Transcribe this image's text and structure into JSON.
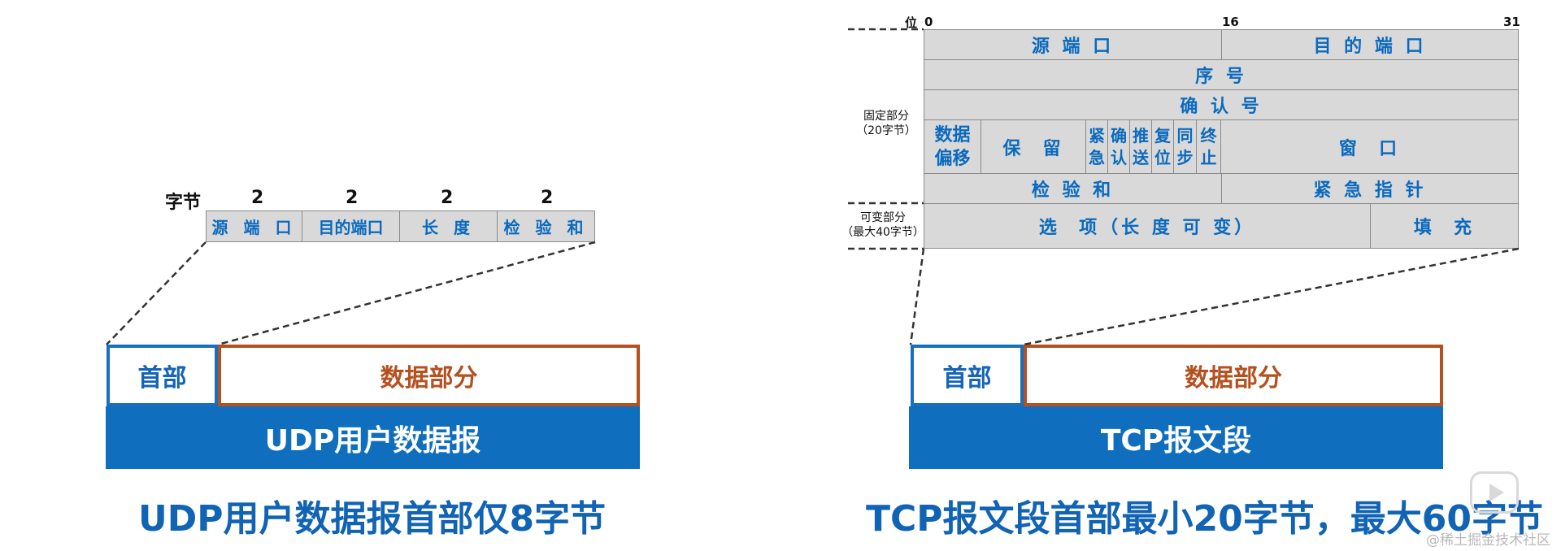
{
  "udp": {
    "bytes_label": "字节",
    "byte_counts": [
      "2",
      "2",
      "2",
      "2"
    ],
    "fields": [
      "源 端 口",
      "目的端口",
      "长 度",
      "检 验 和"
    ],
    "header_label": "首部",
    "data_label": "数据部分",
    "bar_label": "UDP用户数据报",
    "caption": "UDP用户数据报首部仅8字节"
  },
  "tcp": {
    "bit_label": "位",
    "bit_positions": [
      "0",
      "16",
      "31"
    ],
    "fixed_part_label": "固定部分\n（20字节）",
    "variable_part_label": "可变部分\n（最大40字节）",
    "fields": {
      "src_port": "源 端 口",
      "dst_port": "目 的 端 口",
      "seq": "序 号",
      "ack": "确 认 号",
      "data_offset": "数据\n偏移",
      "reserved": "保  留",
      "flags": [
        "紧\n急",
        "确\n认",
        "推\n送",
        "复\n位",
        "同\n步",
        "终\n止"
      ],
      "window": "窗  口",
      "checksum": "检 验 和",
      "urgent_ptr": "紧 急 指 针",
      "options": "选  项（长 度 可 变）",
      "padding": "填  充"
    },
    "header_label": "首部",
    "data_label": "数据部分",
    "bar_label": "TCP报文段",
    "caption": "TCP报文段首部最小20字节，最大60字节"
  },
  "watermark": "@稀土掘金技术社区"
}
